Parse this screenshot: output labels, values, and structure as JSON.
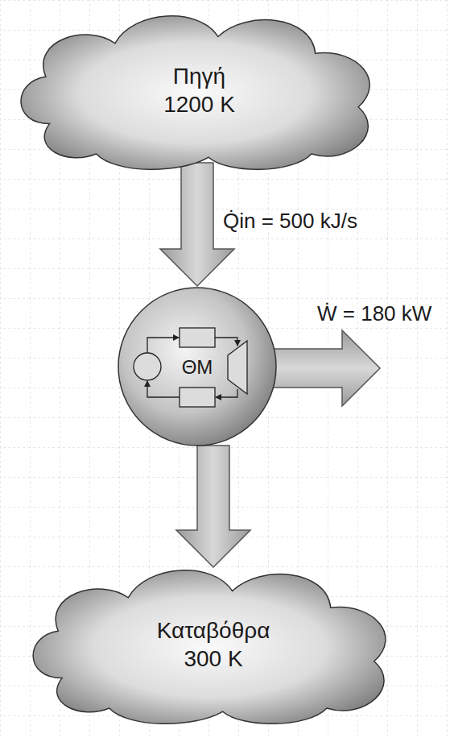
{
  "diagram": {
    "nodes": [
      {
        "text": [
          "Πηγή",
          "1200 K"
        ]
      },
      {
        "text": [
          "ΘΜ"
        ]
      },
      {
        "text": [
          "Καταβόθρα",
          "300 K"
        ]
      }
    ],
    "edges": [
      {
        "from": 0,
        "to": 1,
        "arrow": "to",
        "label": "Q̇in = 500 kJ/s"
      },
      {
        "from": 1,
        "to": 2,
        "arrow": "to"
      }
    ],
    "labels": [
      "Ẇ = 180 kW"
    ]
  }
}
